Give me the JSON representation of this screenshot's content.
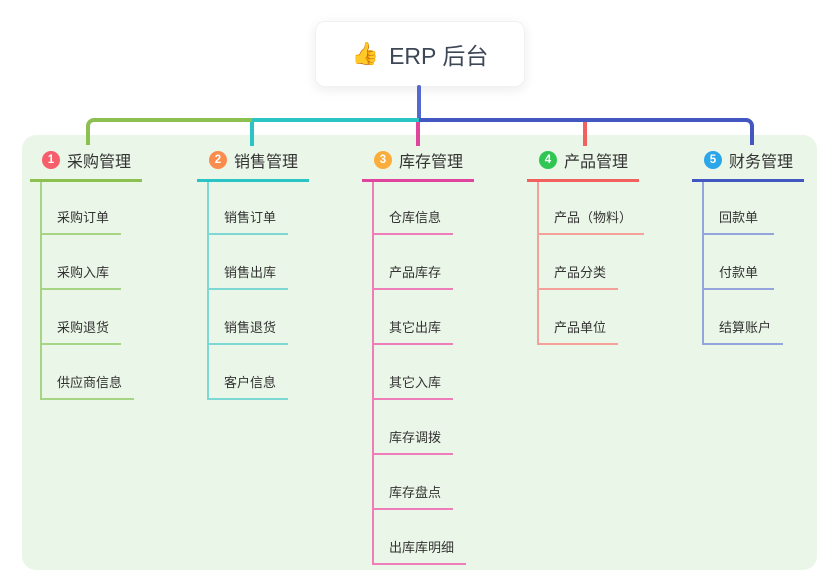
{
  "root_node": {
    "emoji": "👍",
    "label": "ERP 后台",
    "stem_color": "#5468CF"
  },
  "canvas": {
    "background": "#FFFFFF",
    "panel_color": "#EAF6E7",
    "text_color": "#333333"
  },
  "branches": [
    {
      "num": "1",
      "label": "采购管理",
      "badge_color": "#F65E6C",
      "line_color": "#8CC152",
      "child_line_color": "#A8D585",
      "children": [
        "采购订单",
        "采购入库",
        "采购退货",
        "供应商信息"
      ]
    },
    {
      "num": "2",
      "label": "销售管理",
      "badge_color": "#FA8C4E",
      "line_color": "#2BC4C4",
      "child_line_color": "#7DD8D4",
      "children": [
        "销售订单",
        "销售出库",
        "销售退货",
        "客户信息"
      ]
    },
    {
      "num": "3",
      "label": "库存管理",
      "badge_color": "#FBAD3C",
      "line_color": "#E0459E",
      "child_line_color": "#EE7DBA",
      "children": [
        "仓库信息",
        "产品库存",
        "其它出库",
        "其它入库",
        "库存调拨",
        "库存盘点",
        "出库库明细"
      ]
    },
    {
      "num": "4",
      "label": "产品管理",
      "badge_color": "#30C653",
      "line_color": "#F2605F",
      "child_line_color": "#F5A09B",
      "children": [
        "产品（物料）",
        "产品分类",
        "产品单位"
      ]
    },
    {
      "num": "5",
      "label": "财务管理",
      "badge_color": "#2BA6E8",
      "line_color": "#4257C2",
      "child_line_color": "#93A5DC",
      "children": [
        "回款单",
        "付款单",
        "结算账户"
      ]
    }
  ]
}
